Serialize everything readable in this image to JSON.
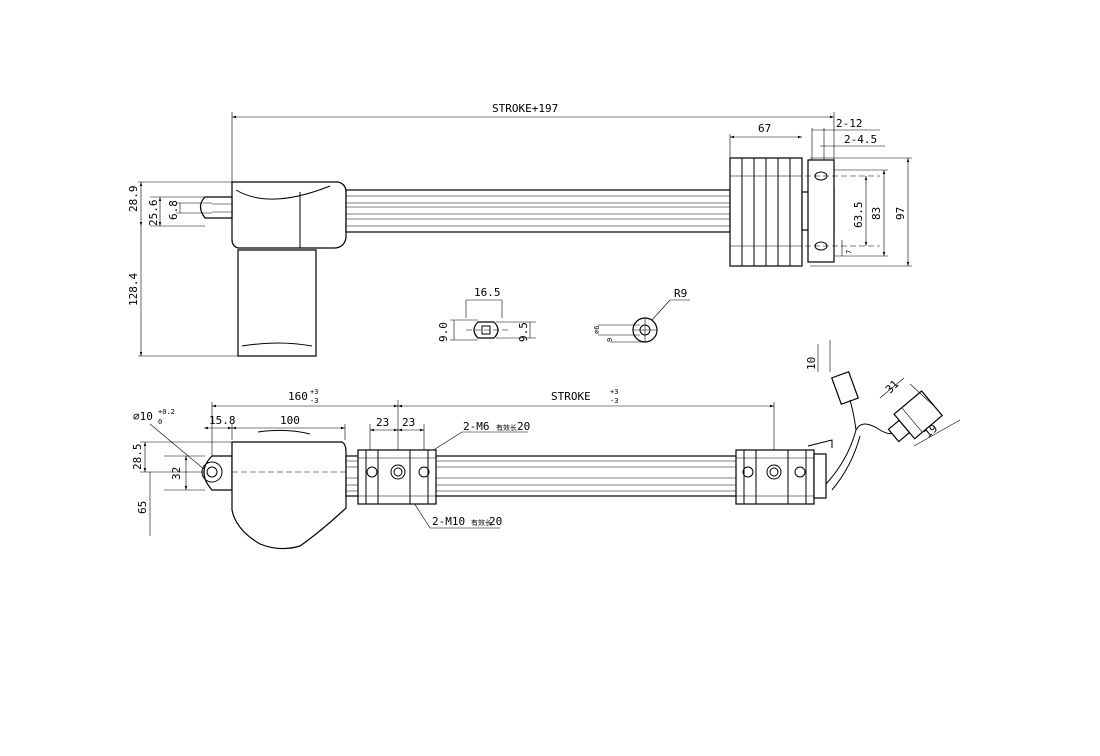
{
  "top_view": {
    "stroke_total": "STROKE+197",
    "width_67": "67",
    "hole_2_12": "2-12",
    "hole_2_45": "2-4.5",
    "h_28_9": "28.9",
    "h_25_6": "25.6",
    "h_6_8": "6.8",
    "h_128_4": "128.4",
    "h_63_5": "63.5",
    "h_83": "83",
    "h_97": "97",
    "h_7": "7"
  },
  "detail_views": {
    "slot_width": "16.5",
    "slot_9_0": "9.0",
    "slot_9_5": "9.5",
    "round_r9": "R9",
    "round_d6": "⌀6",
    "round_9": "9"
  },
  "side_view": {
    "dist_160": "160",
    "tol_160_upper": "+3",
    "tol_160_lower": "-3",
    "stroke_label": "STROKE",
    "tol_stroke_upper": "+3",
    "tol_stroke_lower": "-3",
    "hole_d10": "⌀10",
    "tol_d10_upper": "+0.2",
    "tol_d10_lower": "0",
    "dim_15_8": "15.8",
    "dim_100": "100",
    "dim_23a": "23",
    "dim_23b": "23",
    "thread_m6": "2-M6",
    "thread_m6_note": "有效长",
    "thread_m6_depth": "20",
    "thread_m10": "2-M10",
    "thread_m10_note": "有效长",
    "thread_m10_depth": "20",
    "h_28_5": "28.5",
    "h_32": "32",
    "h_65": "65",
    "cable_10": "10",
    "plug_31": "31",
    "plug_19": "19"
  }
}
